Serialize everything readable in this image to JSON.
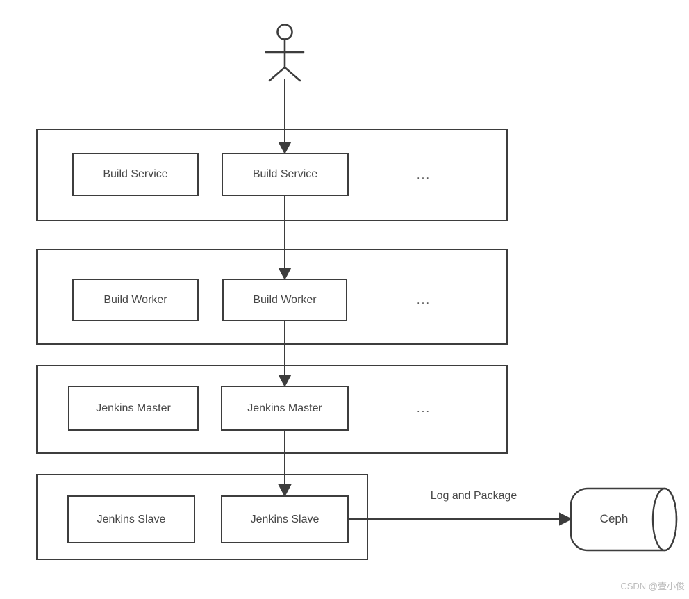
{
  "tiers": [
    {
      "node1": "Build Service",
      "node2": "Build Service",
      "more": "..."
    },
    {
      "node1": "Build Worker",
      "node2": "Build Worker",
      "more": "..."
    },
    {
      "node1": "Jenkins Master",
      "node2": "Jenkins Master",
      "more": "..."
    },
    {
      "node1": "Jenkins Slave",
      "node2": "Jenkins Slave"
    }
  ],
  "flow": {
    "storage_edge_label": "Log and Package"
  },
  "storage": {
    "label": "Ceph"
  },
  "watermark": "CSDN @壹小俊",
  "colors": {
    "line": "#3d3d3d",
    "text": "#474747",
    "watermark": "#bcbcbc"
  }
}
